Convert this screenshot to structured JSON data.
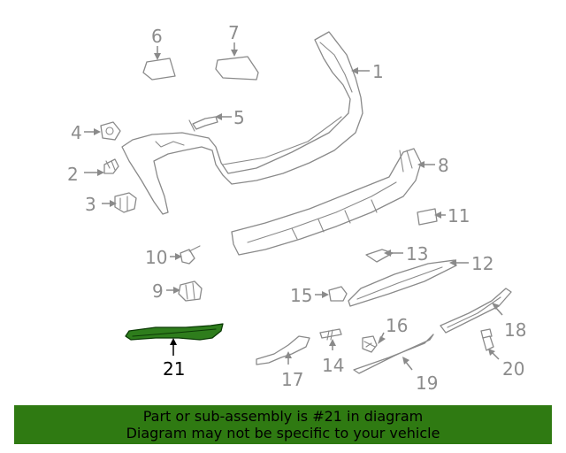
{
  "callouts": {
    "c1": "1",
    "c2": "2",
    "c3": "3",
    "c4": "4",
    "c5": "5",
    "c6": "6",
    "c7": "7",
    "c8": "8",
    "c9": "9",
    "c10": "10",
    "c11": "11",
    "c12": "12",
    "c13": "13",
    "c14": "14",
    "c15": "15",
    "c16": "16",
    "c17": "17",
    "c18": "18",
    "c19": "19",
    "c20": "20",
    "c21": "21"
  },
  "highlighted_part": "21",
  "colors": {
    "highlight_fill": "#2e7d1c",
    "banner_bg": "#2f7a12",
    "line_gray": "#8a8a8a"
  },
  "banner": {
    "line1": "Part or sub-assembly is #21 in diagram",
    "line2": "Diagram may not be specific to your vehicle"
  }
}
